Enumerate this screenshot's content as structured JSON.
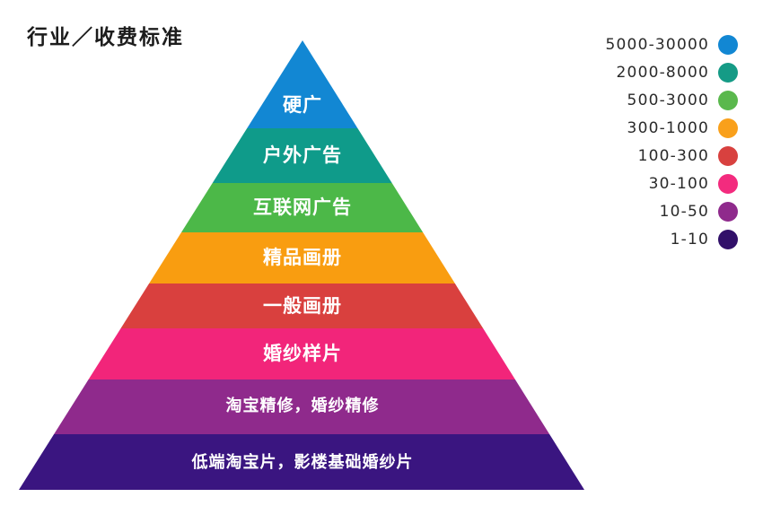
{
  "title": "行业／收费标准",
  "chart_data": {
    "type": "pie",
    "title": "行业／收费标准",
    "xlabel": "",
    "ylabel": "",
    "legend_position": "top-right",
    "shape": "pyramid",
    "categories": [
      "硬广",
      "户外广告",
      "互联网广告",
      "精品画册",
      "一般画册",
      "婚纱样片",
      "淘宝精修，婚纱精修",
      "低端淘宝片，影楼基础婚纱片"
    ],
    "values": [
      "5000-30000",
      "2000-8000",
      "500-3000",
      "300-1000",
      "100-300",
      "30-100",
      "10-50",
      "1-10"
    ],
    "colors": [
      "#1287d3",
      "#0f9b8a",
      "#4cb848",
      "#f99d10",
      "#d9403e",
      "#f2257a",
      "#8f2a8c",
      "#3a1580"
    ]
  },
  "pyramid": {
    "levels": [
      {
        "label": "硬广",
        "price": "5000-30000",
        "color": "#1287d3",
        "size": "big"
      },
      {
        "label": "户外广告",
        "price": "2000-8000",
        "color": "#0f9b8a",
        "size": "big"
      },
      {
        "label": "互联网广告",
        "price": "500-3000",
        "color": "#4cb848",
        "size": "big"
      },
      {
        "label": "精品画册",
        "price": "300-1000",
        "color": "#f99d10",
        "size": "big"
      },
      {
        "label": "一般画册",
        "price": "100-300",
        "color": "#d9403e",
        "size": "big"
      },
      {
        "label": "婚纱样片",
        "price": "30-100",
        "color": "#f2257a",
        "size": "big"
      },
      {
        "label": "淘宝精修，婚纱精修",
        "price": "10-50",
        "color": "#8f2a8c",
        "size": "small"
      },
      {
        "label": "低端淘宝片，影楼基础婚纱片",
        "price": "1-10",
        "color": "#3a1580",
        "size": "small"
      }
    ]
  },
  "legend": {
    "items": [
      {
        "label": "5000-30000",
        "color": "#1287d3"
      },
      {
        "label": "2000-8000",
        "color": "#159b86"
      },
      {
        "label": "500-3000",
        "color": "#5ab84d"
      },
      {
        "label": "300-1000",
        "color": "#f9a01b"
      },
      {
        "label": "100-300",
        "color": "#d8413f"
      },
      {
        "label": "30-100",
        "color": "#f32b7e"
      },
      {
        "label": "10-50",
        "color": "#8f2a8c"
      },
      {
        "label": "1-10",
        "color": "#311069"
      }
    ]
  }
}
